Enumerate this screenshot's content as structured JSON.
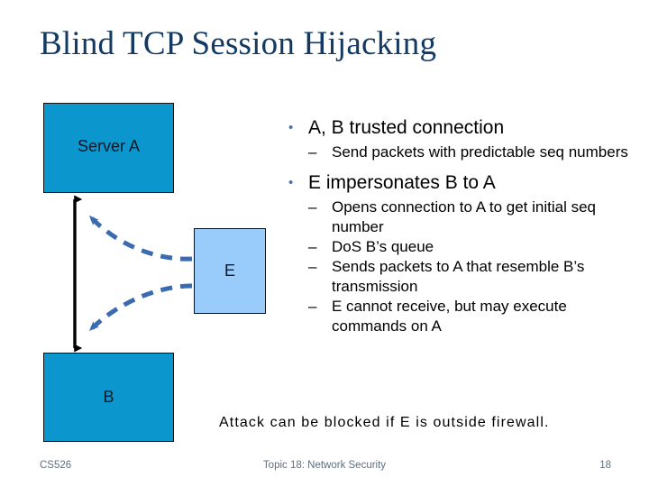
{
  "slide": {
    "title": "Blind TCP Session Hijacking"
  },
  "diagram": {
    "nodes": [
      {
        "id": "server-a",
        "label": "Server A",
        "fill": "#0b97ce"
      },
      {
        "id": "e",
        "label": "E",
        "fill": "#99ccfb"
      },
      {
        "id": "b",
        "label": "B",
        "fill": "#0b97ce"
      }
    ],
    "connections": [
      {
        "id": "a-b-link",
        "style": "solid-double-arrow",
        "color": "#000000"
      },
      {
        "id": "e-to-a-spoof",
        "style": "dashed-arrow",
        "color": "#3a6ab0"
      },
      {
        "id": "e-to-b-spoof",
        "style": "dashed-arrow",
        "color": "#3a6ab0"
      }
    ],
    "bullet_color": "#4a6fb5"
  },
  "content": {
    "bullets": [
      {
        "text": "A, B trusted connection",
        "marker": "•",
        "sub": [
          {
            "marker": "–",
            "text": "Send packets with predictable seq numbers"
          }
        ]
      },
      {
        "text": "E impersonates B to A",
        "marker": "•",
        "sub": [
          {
            "marker": "–",
            "text": "Opens connection to A to get initial seq number"
          },
          {
            "marker": "–",
            "text": "DoS B’s queue"
          },
          {
            "marker": "–",
            "text": "Sends packets to A that resemble B’s transmission"
          },
          {
            "marker": "–",
            "text": "E cannot receive, but may execute commands on A"
          }
        ]
      }
    ],
    "caption": "Attack can be blocked if E is outside firewall."
  },
  "footer": {
    "course": "CS526",
    "topic": "Topic 18: Network Security",
    "page": "18"
  }
}
